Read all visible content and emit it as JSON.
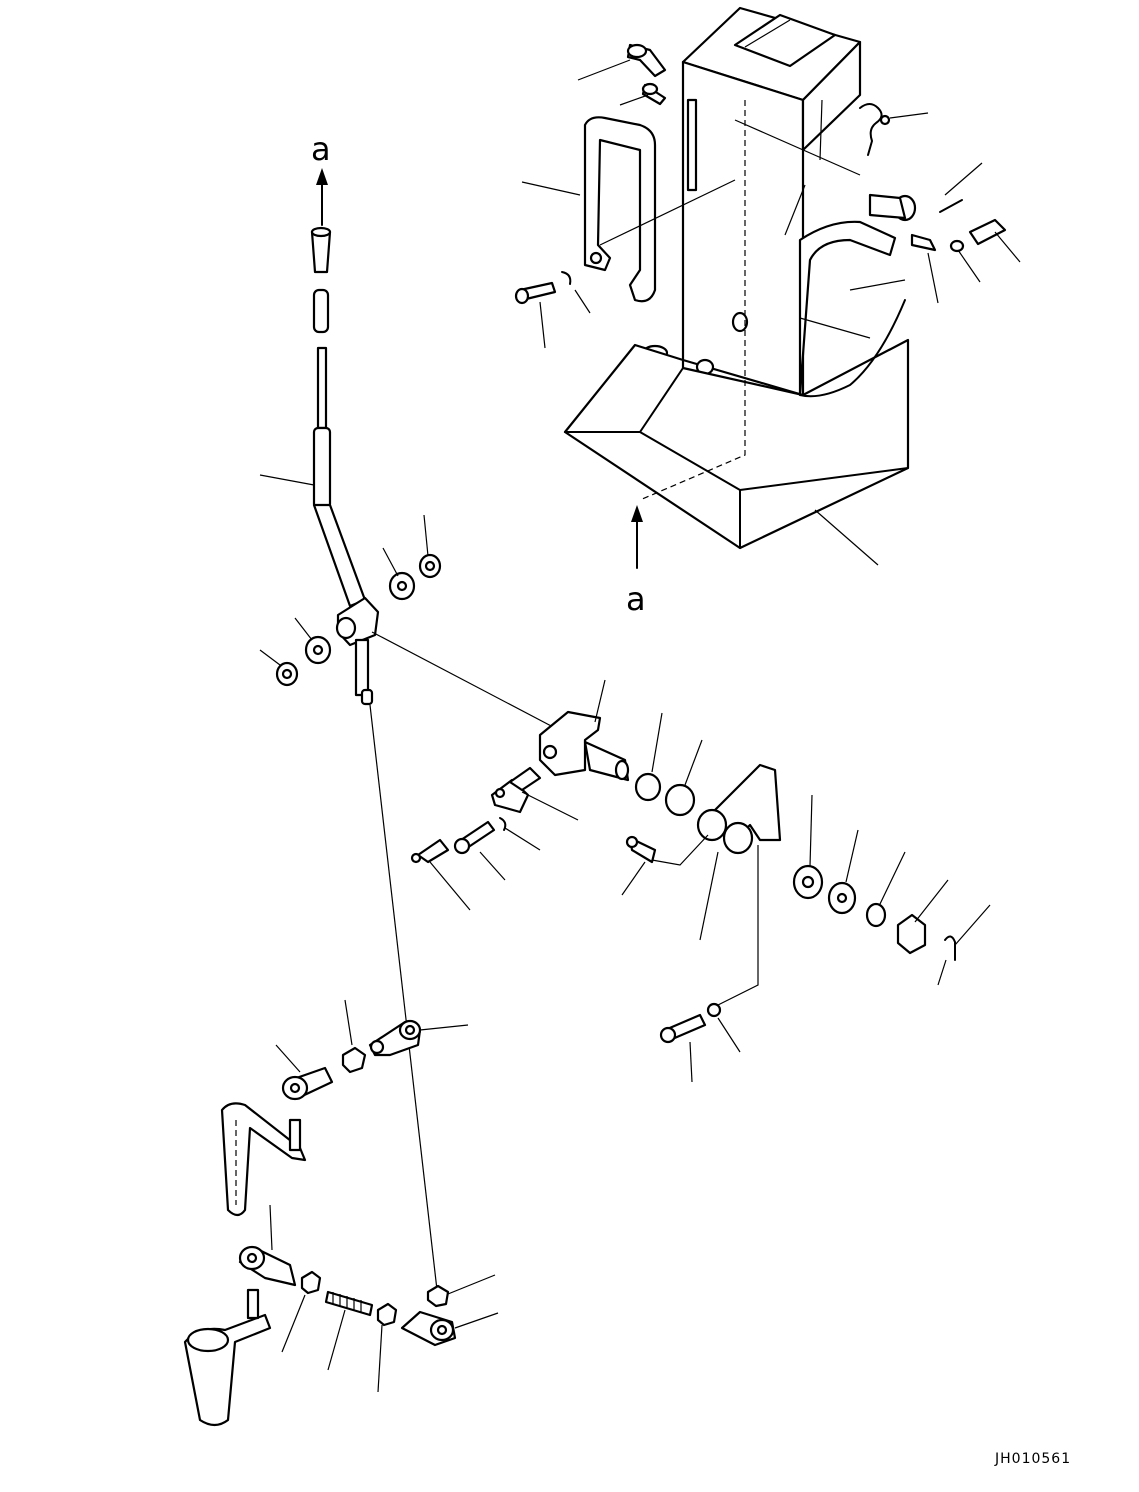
{
  "diagram": {
    "view_labels": [
      "a",
      "a"
    ],
    "drawing_number": "JH010561"
  }
}
